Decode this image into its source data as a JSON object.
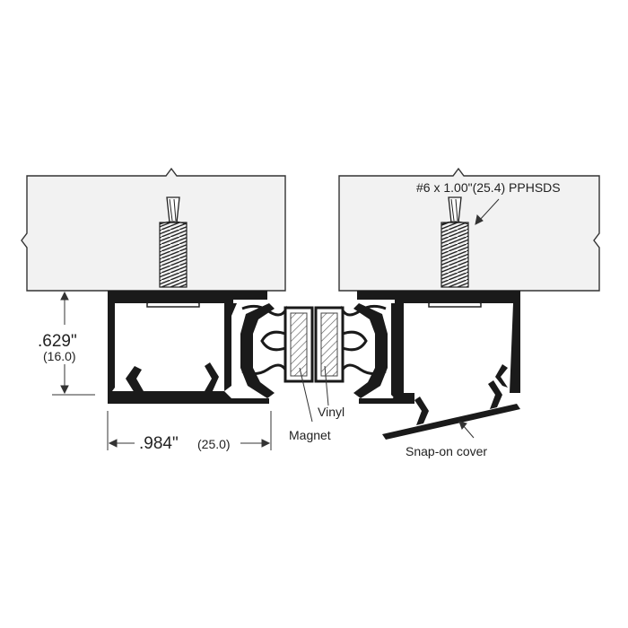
{
  "labels": {
    "screw_spec": "#6 x 1.00\"(25.4) PPHSDS",
    "height_in": ".629\"",
    "height_mm": "(16.0)",
    "width_in": ".984\"",
    "width_mm": "(25.0)",
    "magnet": "Magnet",
    "vinyl": "Vinyl",
    "cover": "Snap-on cover"
  },
  "colors": {
    "profile": "#1a1a1a",
    "wood_fill": "#f2f2f2",
    "line": "#333333",
    "hatch": "#555555"
  }
}
